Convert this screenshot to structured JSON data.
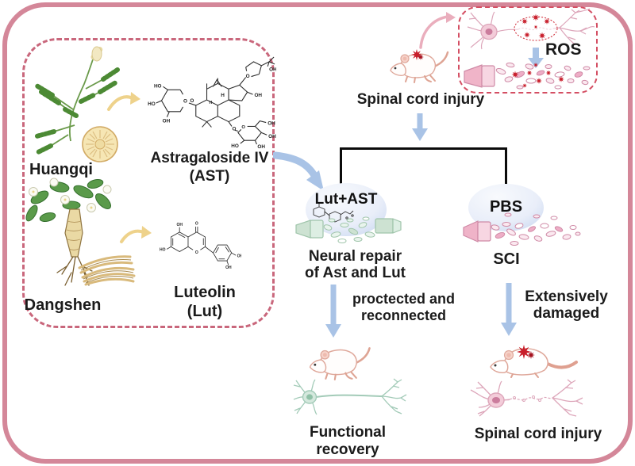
{
  "figure": {
    "herb_panel": {
      "huangqi_label": "Huangqi",
      "dangshen_label": "Dangshen",
      "ast_name": "Astragaloside IV",
      "ast_abbr": "(AST)",
      "lut_name": "Luteolin",
      "lut_abbr": "(Lut)"
    },
    "flow": {
      "spinal_cord_injury_top": "Spinal cord injury",
      "ros_label": "ROS",
      "treatment_label": "Lut+AST",
      "control_label": "PBS",
      "neural_repair_line1": "Neural repair",
      "neural_repair_line2": "of Ast and Lut",
      "sci_label": "SCI",
      "protected_line1": "proctected and",
      "protected_line2": "reconnected",
      "damaged_line1": "Extensively",
      "damaged_line2": "damaged",
      "functional_recovery_label": "Functional recovery",
      "spinal_cord_injury_bottom": "Spinal cord injury"
    },
    "colors": {
      "outer_border": "#d48799",
      "herb_box_border": "#c9677c",
      "ros_box_border": "#d44f63",
      "arrow_blue": "#a9c3e6",
      "arrow_yellow": "#eed28b",
      "arrow_pink": "#eaaebd",
      "injury_red": "#c81e2b",
      "healthy_neuron_green": "#a3cbb8",
      "damaged_neuron_pink": "#dda6ba",
      "text": "#1b1b1b"
    }
  }
}
